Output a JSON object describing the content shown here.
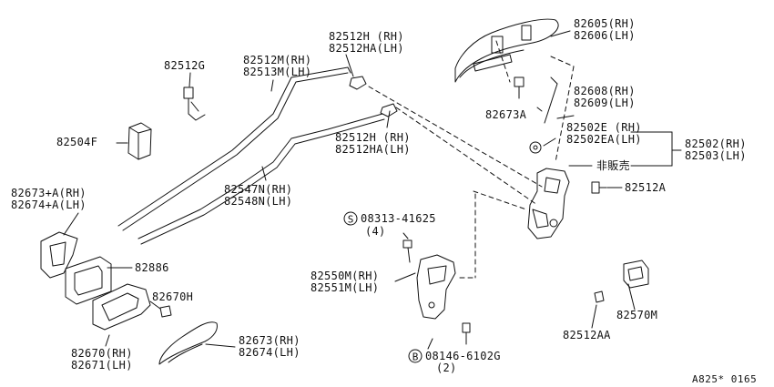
{
  "diagram": {
    "figure_code": "A825* 0165",
    "labels": {
      "l82512G": "82512G",
      "l82512M": "82512M(RH)",
      "l82513M": "82513M(LH)",
      "l82512H_top": "82512H (RH)",
      "l82512HA_top": "82512HA(LH)",
      "l82605": "82605(RH)",
      "l82606": "82606(LH)",
      "l82608": "82608(RH)",
      "l82609": "82609(LH)",
      "l82673A": "82673A",
      "l82504F": "82504F",
      "l82512H_mid": "82512H (RH)",
      "l82512HA_mid": "82512HA(LH)",
      "l82502E": "82502E (RH)",
      "l82502EA": "82502EA(LH)",
      "l82502": "82502(RH)",
      "l82503": "82503(LH)",
      "not_sold": "非販売",
      "l82512A": "82512A",
      "l82547N": "82547N(RH)",
      "l82548N": "82548N(LH)",
      "l82673pA": "82673+A(RH)",
      "l82674pA": "82674+A(LH)",
      "s_bolt": "08313-41625",
      "s_bolt_qty": "(4)",
      "l82886": "82886",
      "l82550M": "82550M(RH)",
      "l82551M": "82551M(LH)",
      "l82670H": "82670H",
      "l82670": "82670(RH)",
      "l82671": "82671(LH)",
      "l82673": "82673(RH)",
      "l82674": "82674(LH)",
      "b_bolt": "08146-6102G",
      "b_bolt_qty": "(2)",
      "l82512AA": "82512AA",
      "l82570M": "82570M",
      "s_symbol": "S",
      "b_symbol": "B"
    }
  }
}
